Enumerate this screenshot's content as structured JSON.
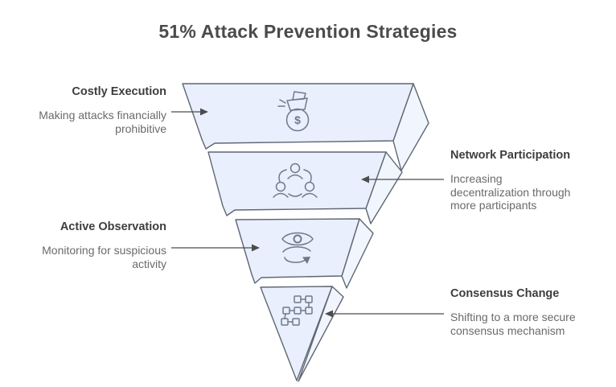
{
  "title": "51% Attack Prevention Strategies",
  "colors": {
    "background": "#ffffff",
    "slab_front": "#e9effc",
    "slab_side": "#f1f5fd",
    "outline": "#5d6773",
    "icon_stroke": "#6e7a8c",
    "arrow": "#4c4c4c",
    "heading_text": "#3d3d3d",
    "body_text": "#6a6a6a",
    "title_text": "#4b4b4b"
  },
  "funnel": {
    "money_symbol": "$",
    "levels": [
      {
        "label": "Costly Execution",
        "desc_lines": [
          "Making attacks financially",
          "prohibitive"
        ],
        "icon": "money-bag-icon",
        "label_side": "left"
      },
      {
        "label": "Network Participation",
        "desc_lines": [
          "Increasing",
          "decentralization through",
          "more participants"
        ],
        "icon": "people-network-icon",
        "label_side": "right"
      },
      {
        "label": "Active Observation",
        "desc_lines": [
          "Monitoring for suspicious",
          "activity"
        ],
        "icon": "eye-observe-icon",
        "label_side": "left"
      },
      {
        "label": "Consensus Change",
        "desc_lines": [
          "Shifting to a more secure",
          "consensus mechanism"
        ],
        "icon": "consensus-blocks-icon",
        "label_side": "right"
      }
    ]
  }
}
